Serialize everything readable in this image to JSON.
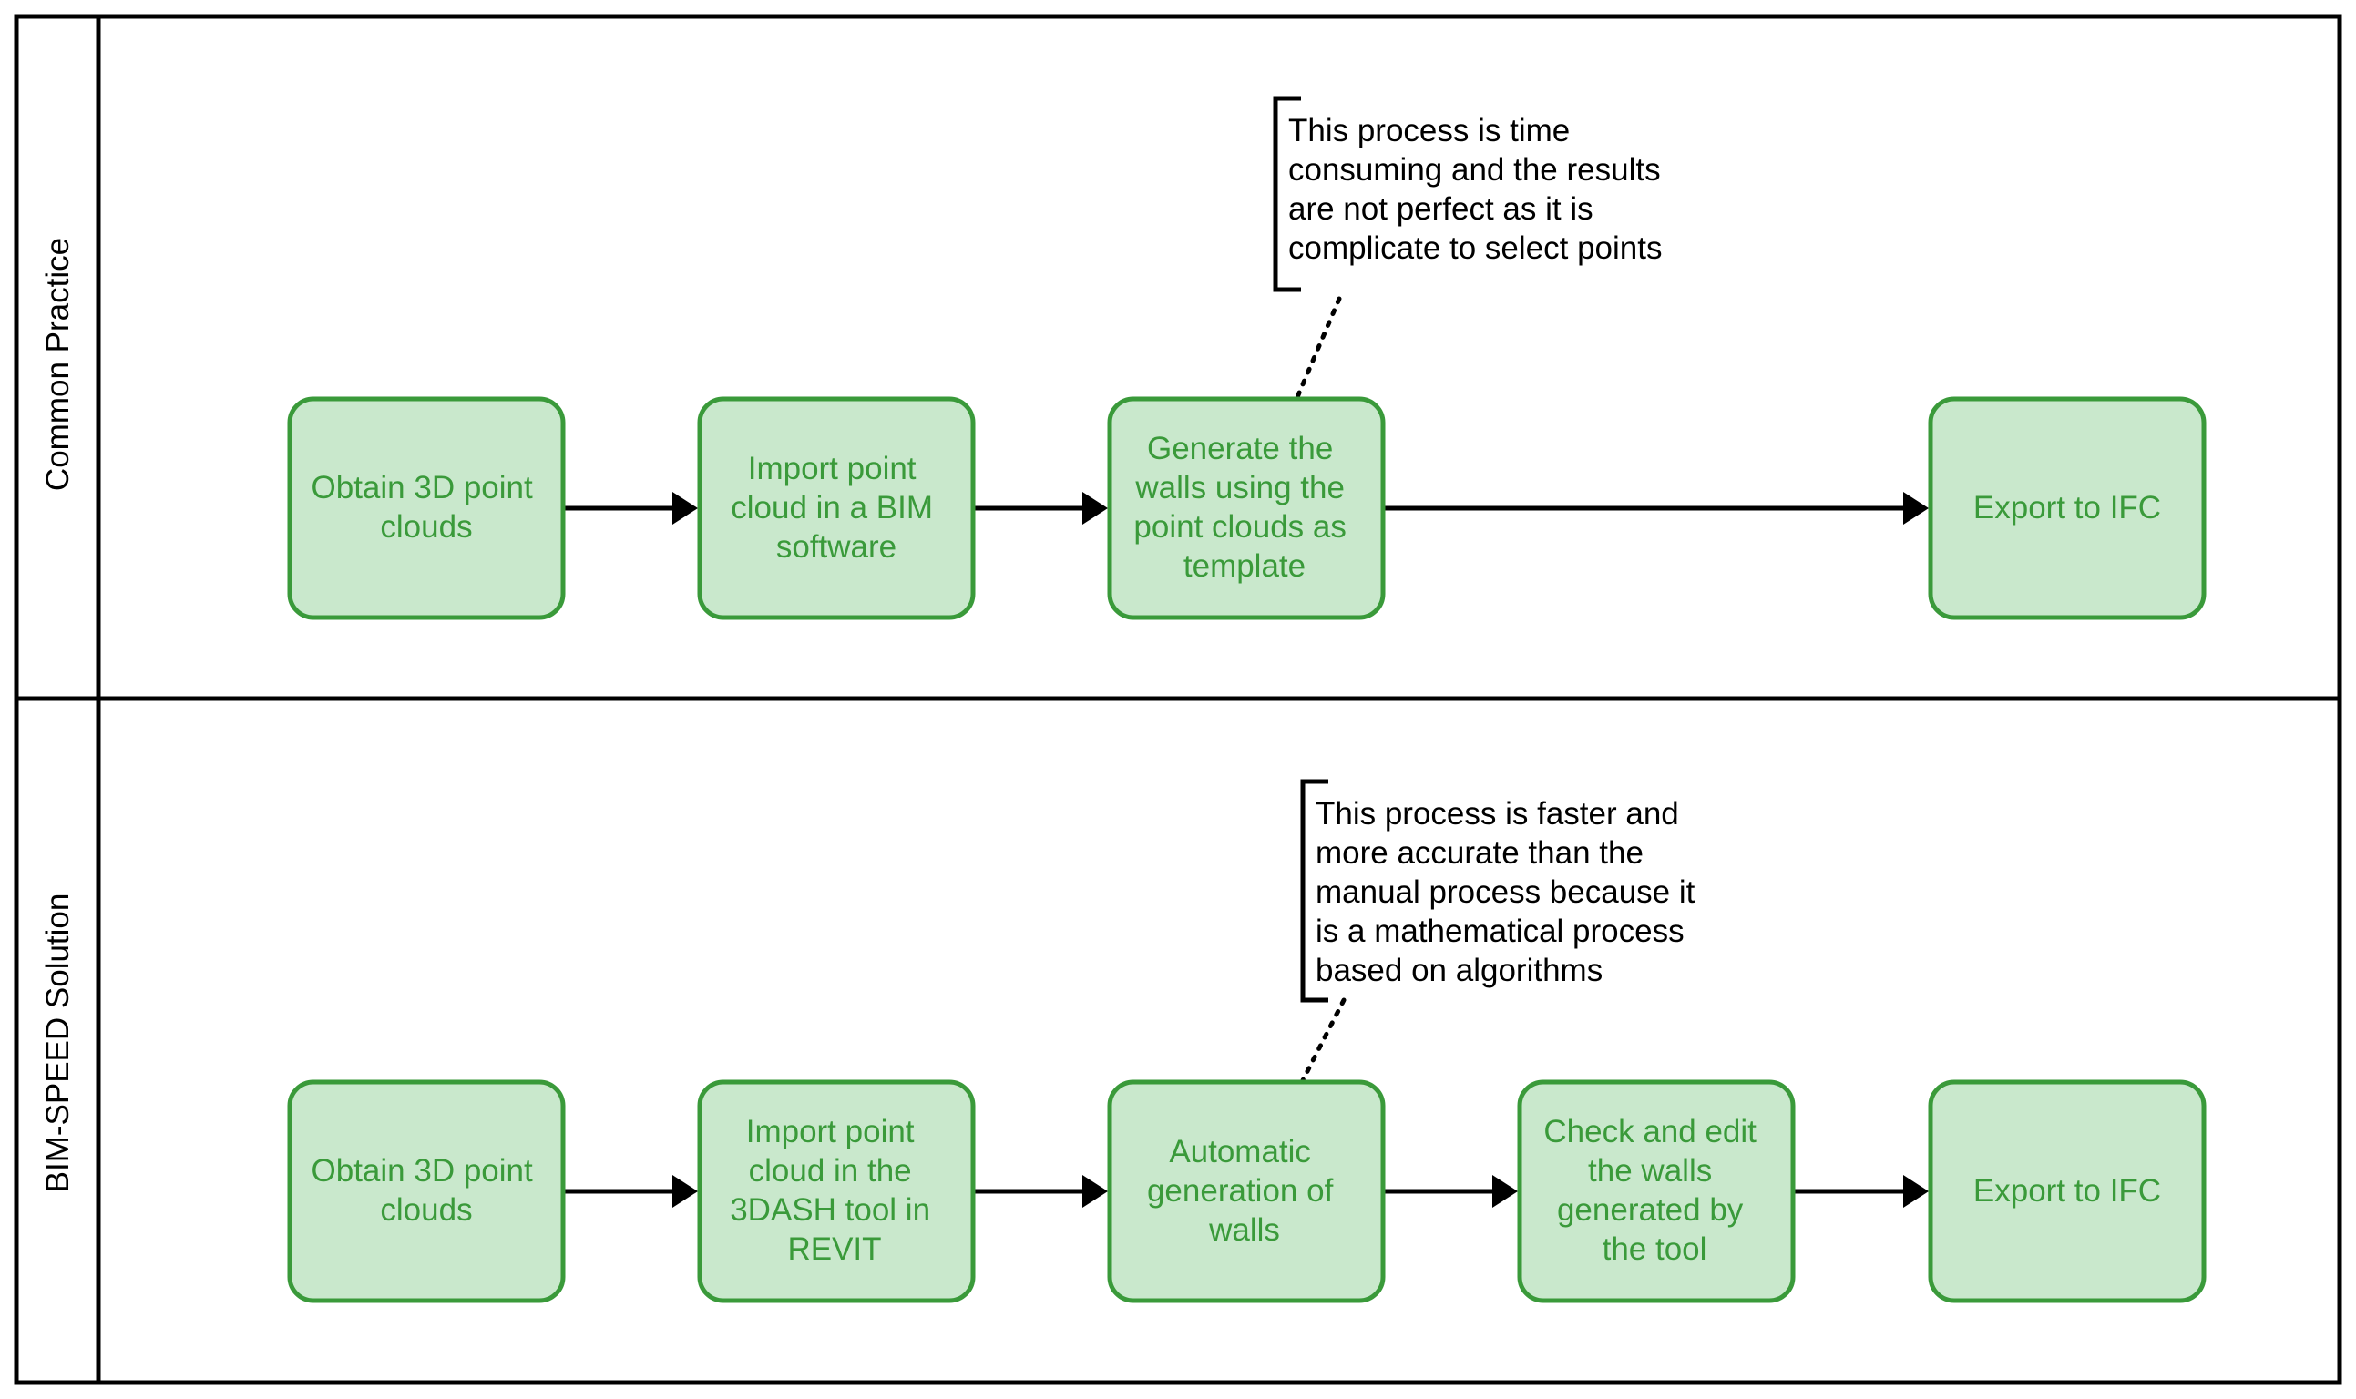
{
  "colors": {
    "node_fill": "#c9e8cc",
    "node_stroke": "#3a9a3a",
    "node_text": "#3a9a3a",
    "line": "#000000",
    "background": "#ffffff"
  },
  "lanes": [
    {
      "label": "Common Practice",
      "steps": [
        {
          "lines": [
            "Obtain 3D point",
            "clouds"
          ]
        },
        {
          "lines": [
            "Import point",
            "cloud in a BIM",
            "software"
          ]
        },
        {
          "lines": [
            "Generate the",
            "walls using the",
            "point clouds as",
            "template"
          ]
        },
        {
          "lines": [
            "Export to IFC"
          ]
        }
      ],
      "note": {
        "lines": [
          "This process is time",
          "consuming and the results",
          "are not perfect as it is",
          "complicate to select points"
        ]
      }
    },
    {
      "label": "BIM-SPEED Solution",
      "steps": [
        {
          "lines": [
            "Obtain 3D point",
            "clouds"
          ]
        },
        {
          "lines": [
            "Import point",
            "cloud in the",
            "3DASH tool in",
            "REVIT"
          ]
        },
        {
          "lines": [
            "Automatic",
            "generation of",
            "walls"
          ]
        },
        {
          "lines": [
            "Check and edit",
            "the walls",
            "generated by",
            "the tool"
          ]
        },
        {
          "lines": [
            "Export to IFC"
          ]
        }
      ],
      "note": {
        "lines": [
          "This process is faster and",
          "more accurate than the",
          "manual process because it",
          "is a mathematical process",
          "based on algorithms"
        ]
      }
    }
  ]
}
